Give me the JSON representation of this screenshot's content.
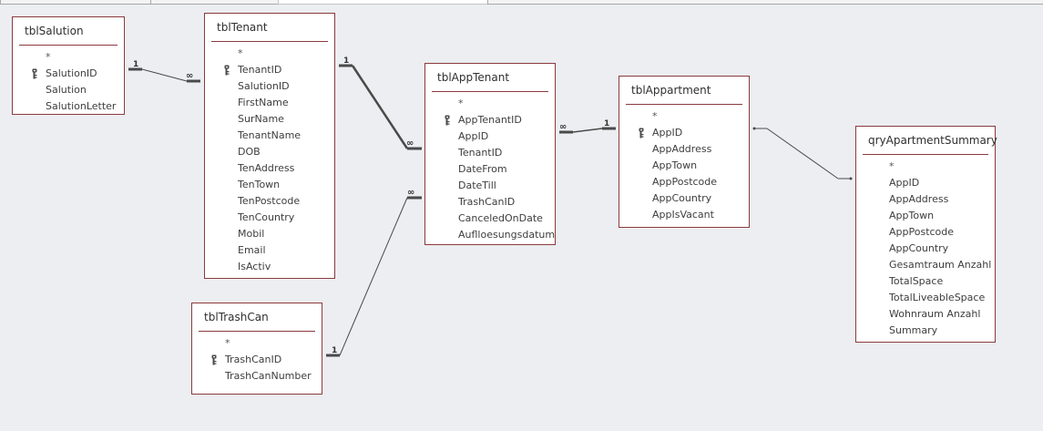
{
  "colors": {
    "canvas": "#eceef1",
    "table_border": "#8b3a3e",
    "relation_line": "#4a4a4a"
  },
  "tables": {
    "salution": {
      "title": "tblSalution",
      "fields": [
        "*",
        "SalutionID",
        "Salution",
        "SalutionLetter"
      ],
      "key_field": "SalutionID"
    },
    "tenant": {
      "title": "tblTenant",
      "fields": [
        "*",
        "TenantID",
        "SalutionID",
        "FirstName",
        "SurName",
        "TenantName",
        "DOB",
        "TenAddress",
        "TenTown",
        "TenPostcode",
        "TenCountry",
        "Mobil",
        "Email",
        "IsActiv"
      ],
      "key_field": "TenantID"
    },
    "appTenant": {
      "title": "tblAppTenant",
      "fields": [
        "*",
        "AppTenantID",
        "AppID",
        "TenantID",
        "DateFrom",
        "DateTill",
        "TrashCanID",
        "CanceledOnDate",
        "Auflloesungsdatum"
      ],
      "key_field": "AppTenantID"
    },
    "appartment": {
      "title": "tblAppartment",
      "fields": [
        "*",
        "AppID",
        "AppAddress",
        "AppTown",
        "AppPostcode",
        "AppCountry",
        "AppIsVacant"
      ],
      "key_field": "AppID"
    },
    "trashCan": {
      "title": "tblTrashCan",
      "fields": [
        "*",
        "TrashCanID",
        "TrashCanNumber"
      ],
      "key_field": "TrashCanID"
    },
    "summary": {
      "title": "qryApartmentSummary",
      "fields": [
        "*",
        "AppID",
        "AppAddress",
        "AppTown",
        "AppPostcode",
        "AppCountry",
        "Gesamtraum Anzahl",
        "TotalSpace",
        "TotalLiveableSpace",
        "Wohnraum Anzahl",
        "Summary"
      ],
      "key_field": null
    }
  },
  "relationships": {
    "salution_tenant": {
      "one": "1",
      "many": "∞"
    },
    "tenant_apptenant": {
      "one": "1",
      "many": "∞"
    },
    "trashcan_apptenant": {
      "one": "1",
      "many": "∞"
    },
    "appartment_apptenant": {
      "one": "1",
      "many": "∞"
    },
    "appartment_summary": {
      "type": "join"
    }
  }
}
